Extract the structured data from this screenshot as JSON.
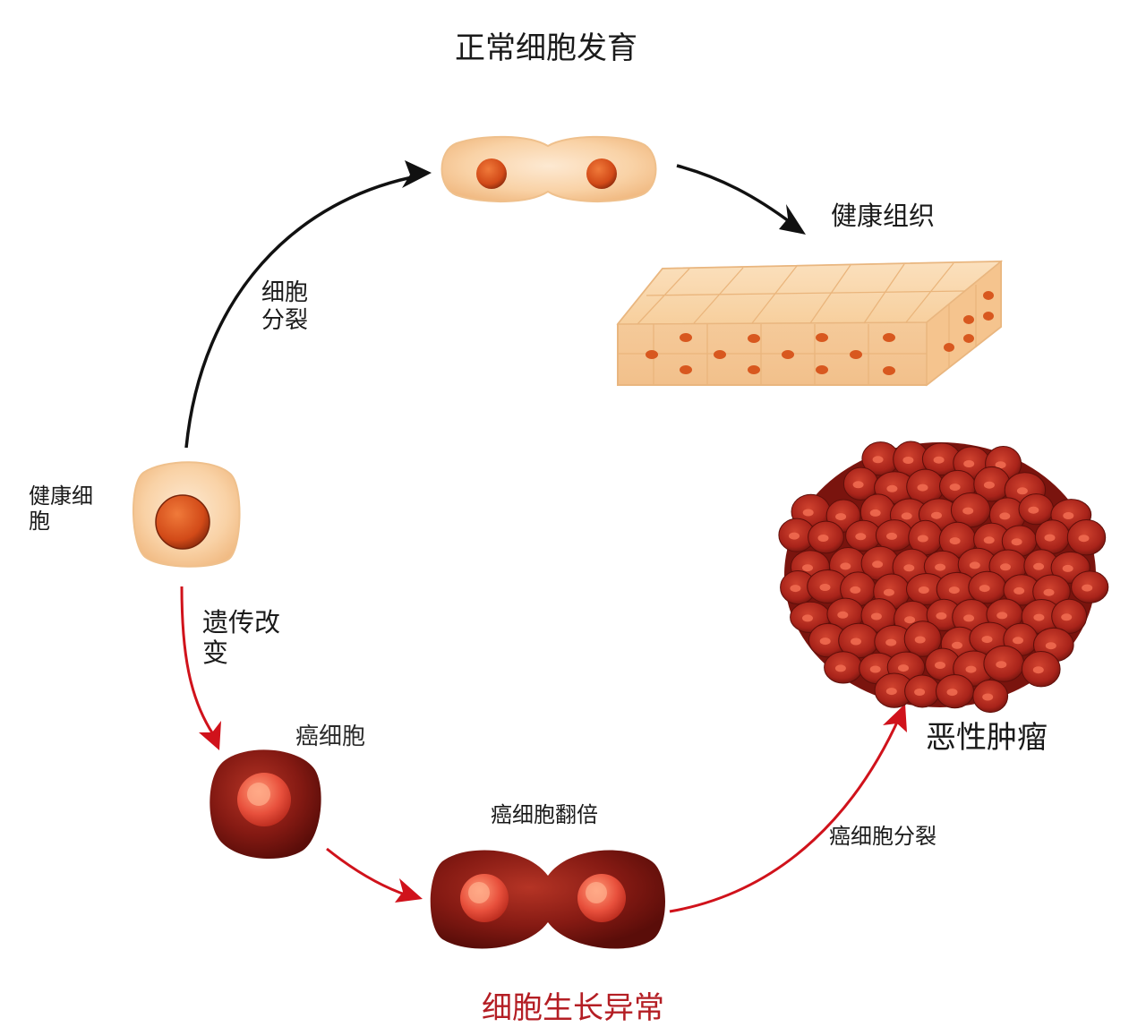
{
  "title": "正常细胞发育",
  "labels": {
    "healthy_tissue": "健康组织",
    "cell_division": "细胞\n分裂",
    "healthy_cell": "健康细\n胞",
    "genetic_change": "遗传改\n变",
    "cancer_cell": "癌细胞",
    "cancer_cell_doubling": "癌细胞翻倍",
    "cancer_cell_division": "癌细胞分裂",
    "malignant_tumor": "恶性肿瘤",
    "abnormal_growth": "细胞生长异常"
  },
  "colors": {
    "normal_arrow": "#111111",
    "abnormal_arrow": "#d0121b",
    "healthy_cytoplasm": "#f9cfa0",
    "healthy_nucleus": "#d9531e",
    "cancer_cytoplasm": "#7e1612",
    "cancer_nucleus": "#e8503c",
    "abnormal_text": "#b41e24"
  }
}
